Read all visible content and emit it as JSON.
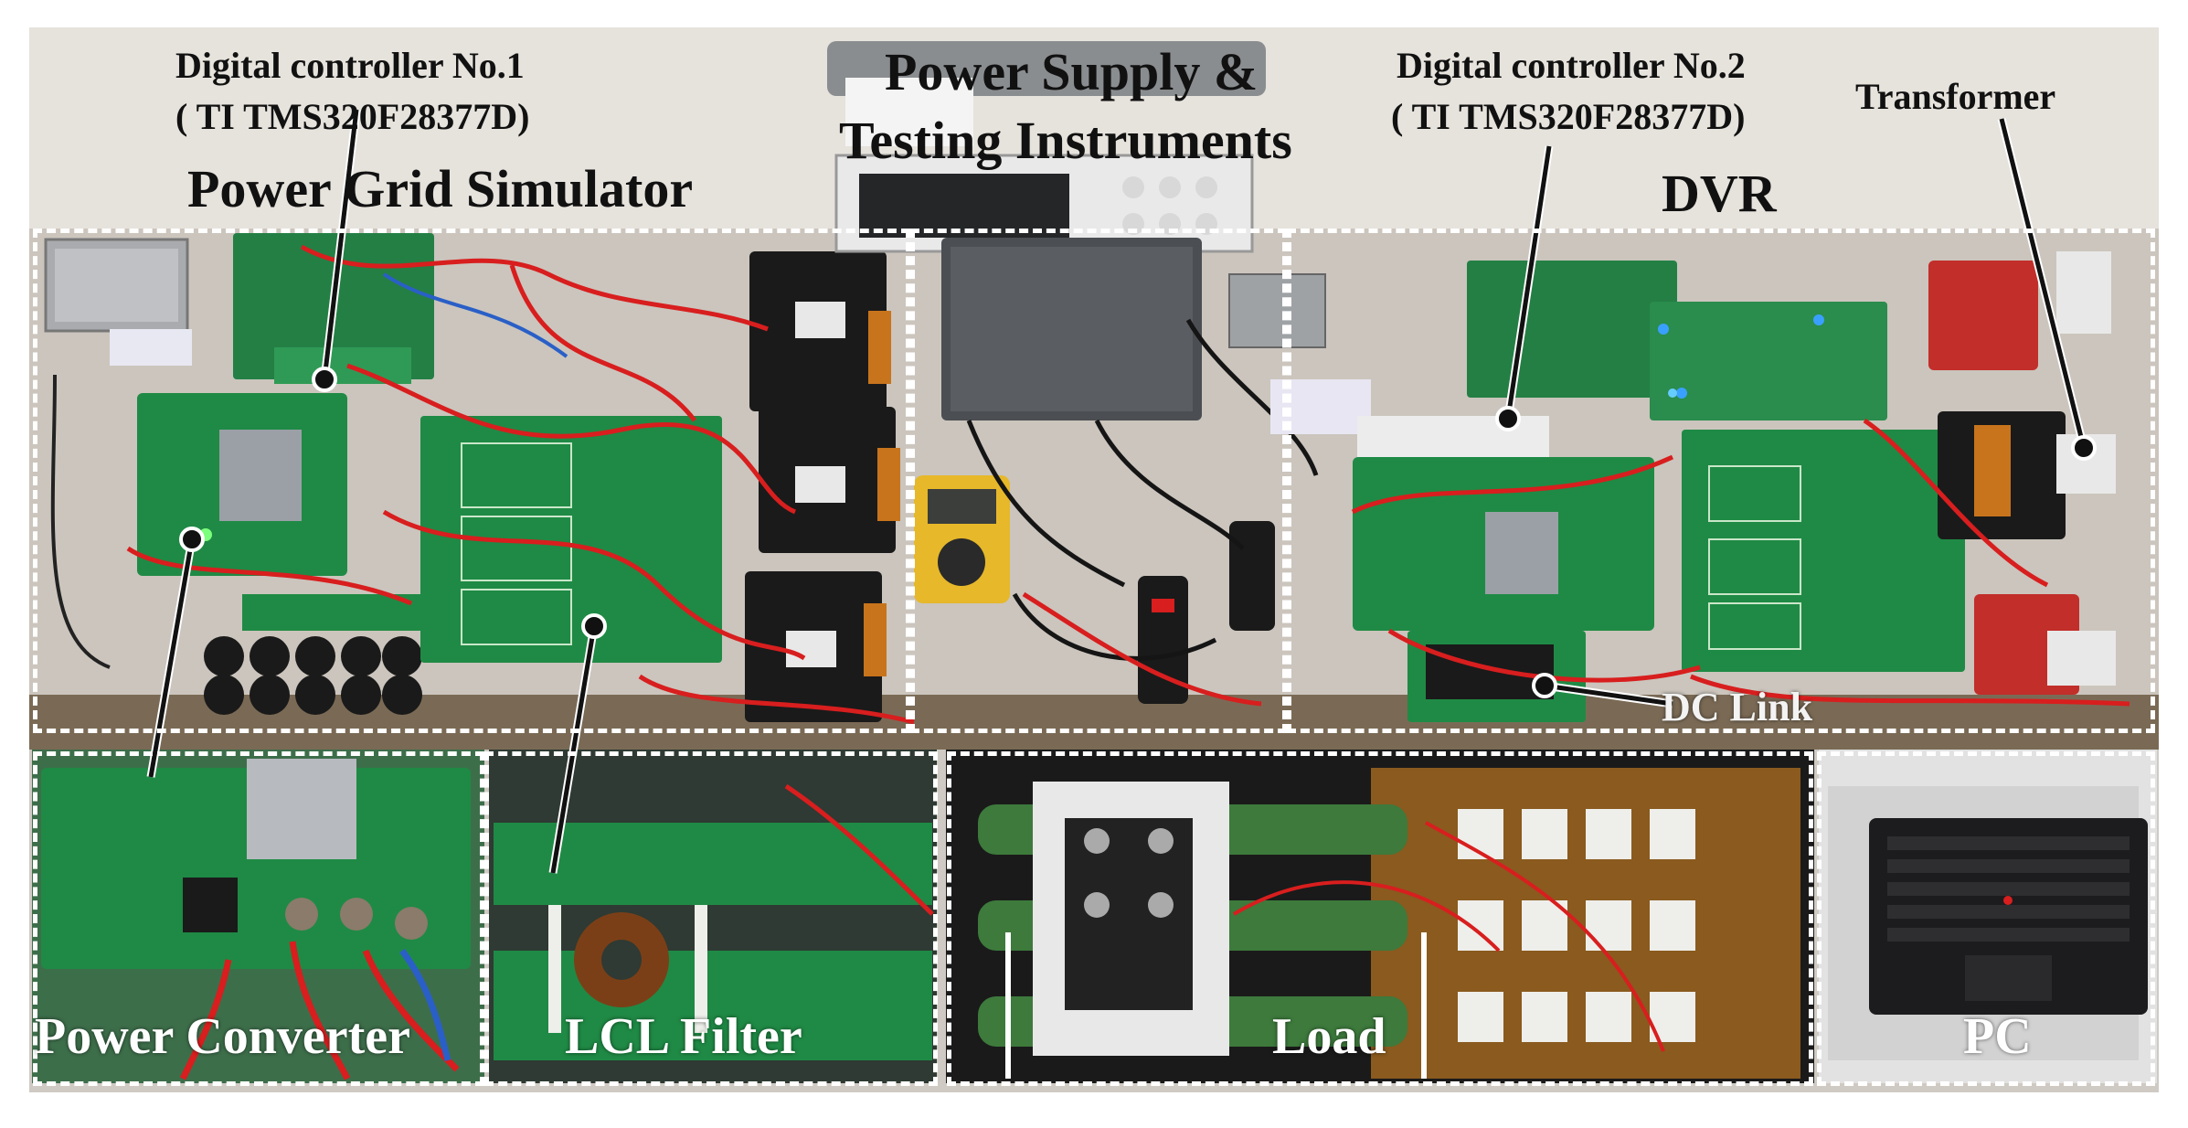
{
  "labels": {
    "dc1_line1": "Digital controller No.1",
    "dc1_line2": "( TI TMS320F28377D)",
    "grid_sim": "Power Grid Simulator",
    "psu_line1": "Power Supply &",
    "psu_line2": "Testing Instruments",
    "dc2_line1": "Digital controller No.2",
    "dc2_line2": "( TI TMS320F28377D)",
    "transformer": "Transformer",
    "dvr": "DVR",
    "dc_link": "DC Link",
    "power_converter": "Power Converter",
    "lcl_filter": "LCL Filter",
    "load": "Load",
    "pc": "PC"
  },
  "colors": {
    "pcb_green": "#1f8a45",
    "wire_red": "#d81e1e",
    "inductor_black": "#1a1a1a",
    "copper_orange": "#c8741c",
    "label_white": "#ffffff",
    "label_black": "#111111",
    "desk": "#cfcac3",
    "load_panel": "#8a5a1e"
  }
}
